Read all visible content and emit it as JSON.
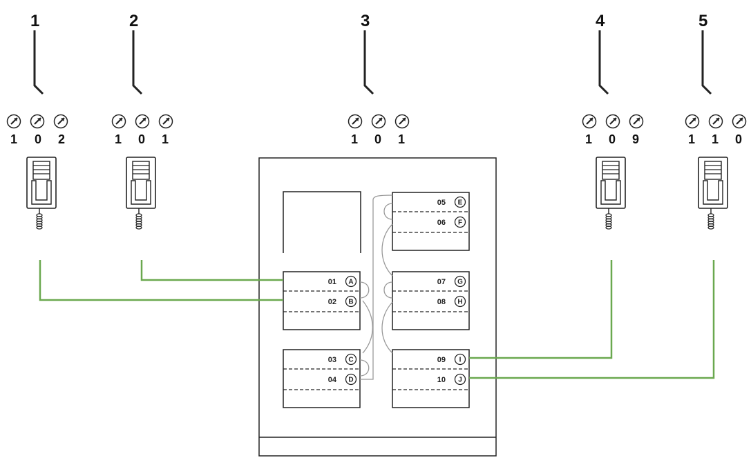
{
  "stations": [
    {
      "label": "1",
      "code": [
        "1",
        "0",
        "2"
      ]
    },
    {
      "label": "2",
      "code": [
        "1",
        "0",
        "1"
      ]
    },
    {
      "label": "3",
      "code": [
        "1",
        "0",
        "1"
      ]
    },
    {
      "label": "4",
      "code": [
        "1",
        "0",
        "9"
      ]
    },
    {
      "label": "5",
      "code": [
        "1",
        "1",
        "0"
      ]
    }
  ],
  "modules": [
    {
      "slots": [
        {
          "num": "01",
          "letter": "A"
        },
        {
          "num": "02",
          "letter": "B"
        }
      ]
    },
    {
      "slots": [
        {
          "num": "03",
          "letter": "C"
        },
        {
          "num": "04",
          "letter": "D"
        }
      ]
    },
    {
      "slots": [
        {
          "num": "05",
          "letter": "E"
        },
        {
          "num": "06",
          "letter": "F"
        }
      ]
    },
    {
      "slots": [
        {
          "num": "07",
          "letter": "G"
        },
        {
          "num": "08",
          "letter": "H"
        }
      ]
    },
    {
      "slots": [
        {
          "num": "09",
          "letter": "I"
        },
        {
          "num": "10",
          "letter": "J"
        }
      ]
    }
  ],
  "colors": {
    "wire": "#6aa84f",
    "ink": "#222222",
    "arrow": "#999999"
  }
}
